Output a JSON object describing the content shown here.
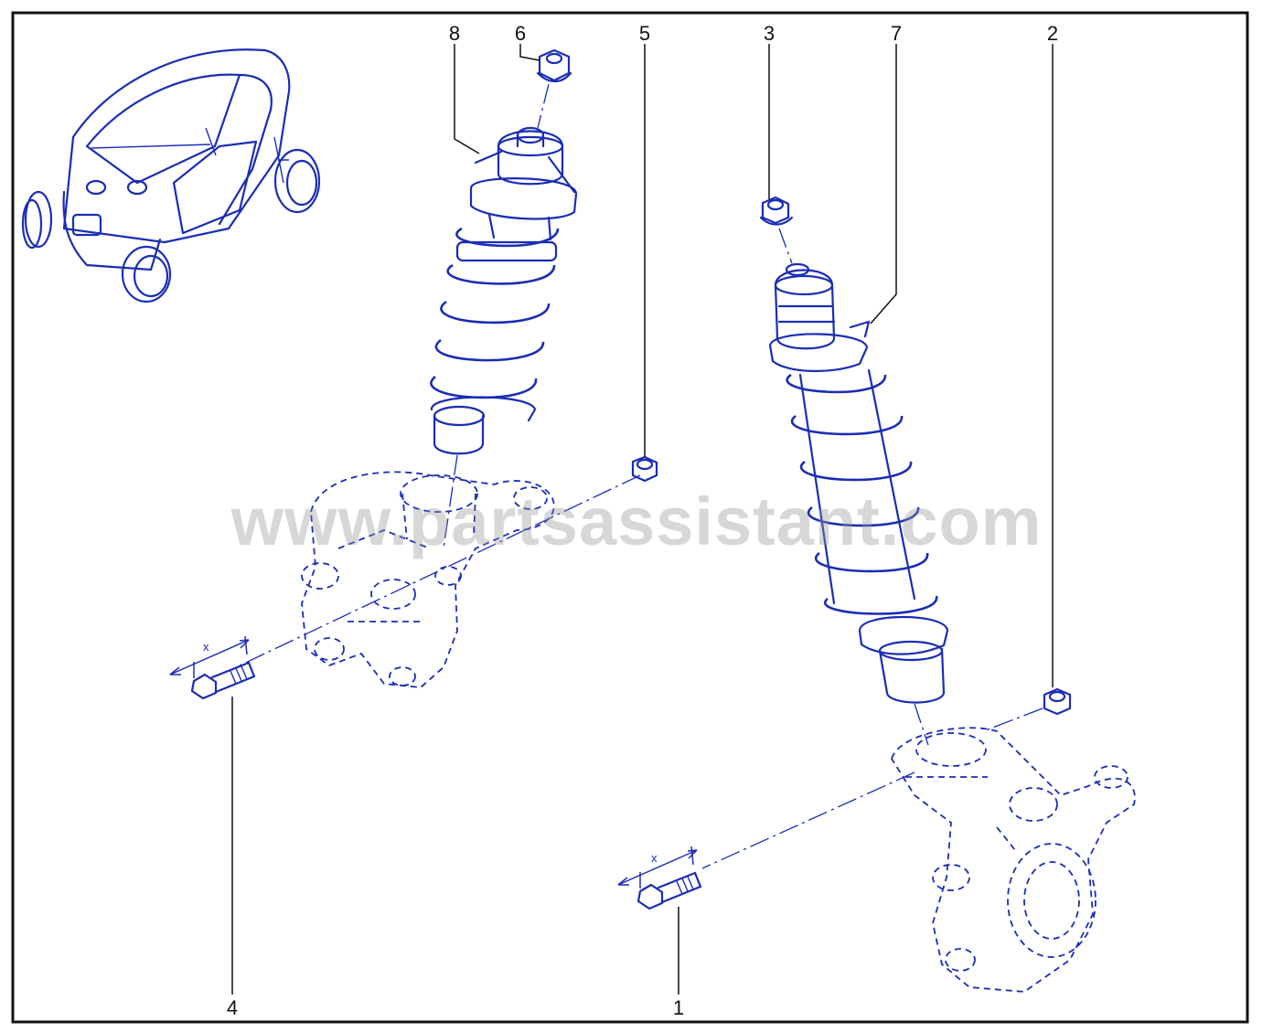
{
  "diagram": {
    "watermark": "www.partsassistant.com",
    "dimension_label": "x",
    "callouts": [
      {
        "id": "callout-8",
        "label": "8"
      },
      {
        "id": "callout-6",
        "label": "6"
      },
      {
        "id": "callout-5",
        "label": "5"
      },
      {
        "id": "callout-3",
        "label": "3"
      },
      {
        "id": "callout-7",
        "label": "7"
      },
      {
        "id": "callout-2",
        "label": "2"
      },
      {
        "id": "callout-4",
        "label": "4"
      },
      {
        "id": "callout-1",
        "label": "1"
      }
    ]
  },
  "colors": {
    "line_art": "#1a2db5",
    "frame": "#111111",
    "background": "#ffffff"
  }
}
